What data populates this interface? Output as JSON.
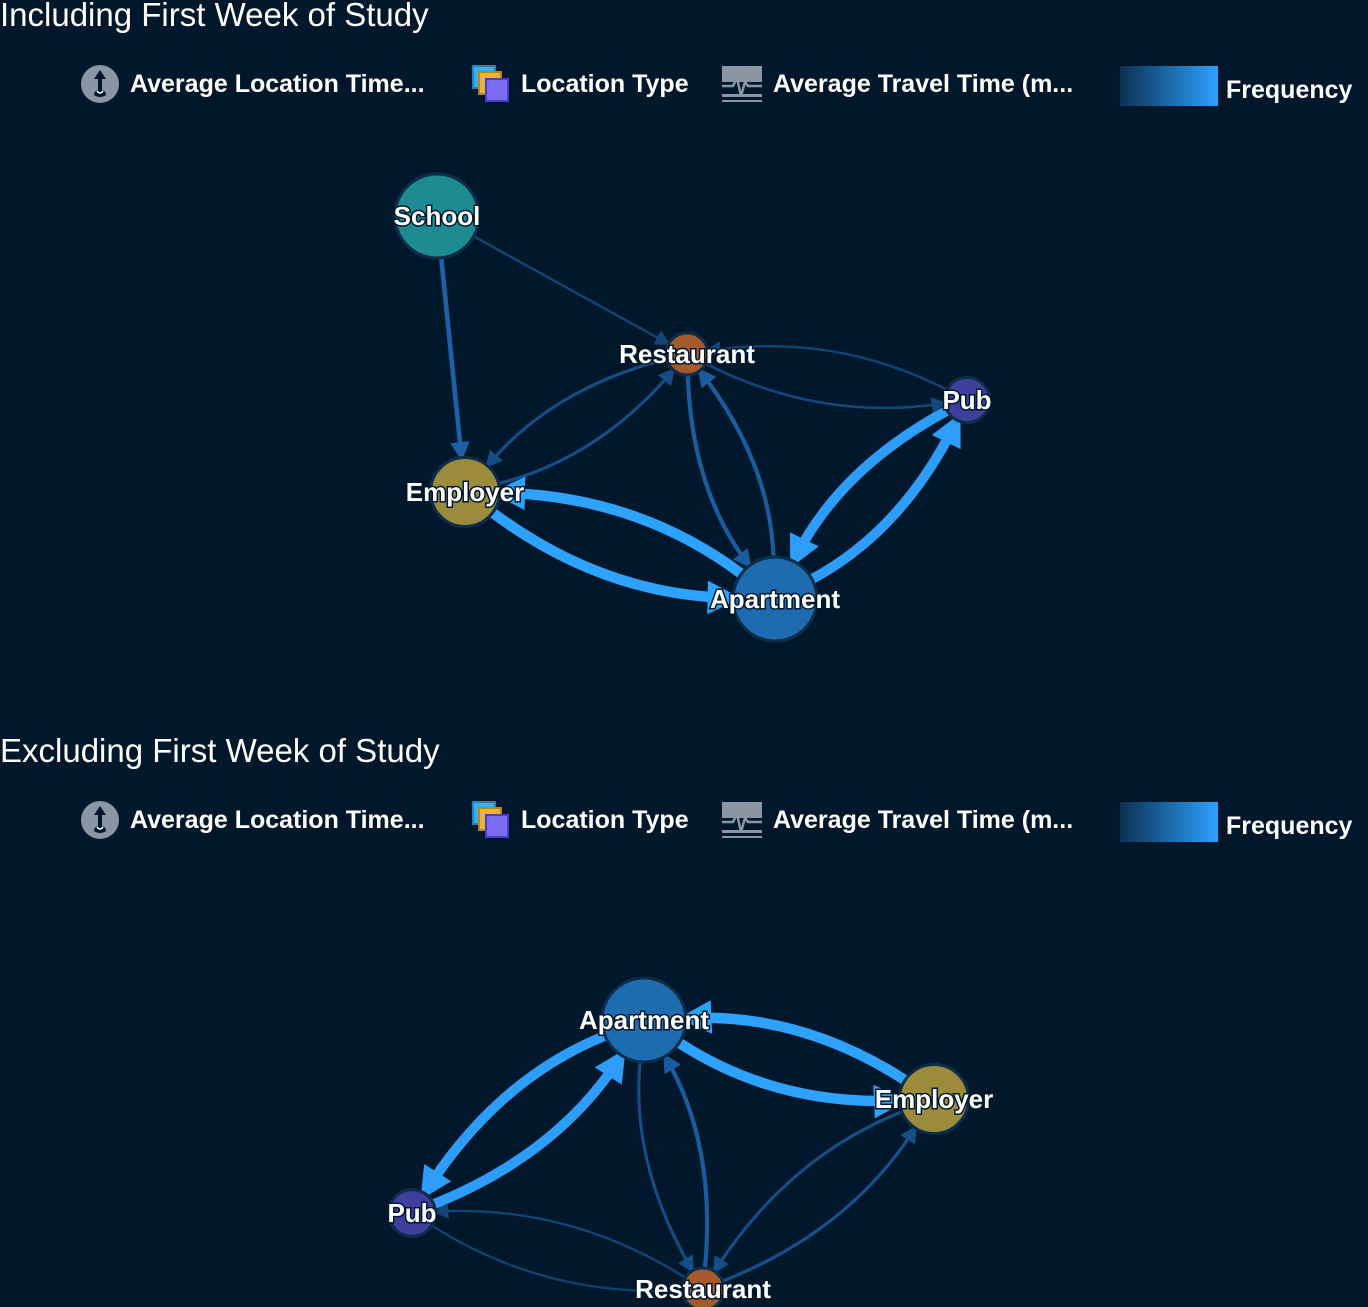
{
  "colors": {
    "background": "#01172b",
    "edge_low": "#0d3a63",
    "edge_mid": "#2272c3",
    "edge_high": "#2ea2ff",
    "school": "#1e8a92",
    "employer": "#9c8b3b",
    "apartment": "#1f6bb0",
    "restaurant": "#a55a2c",
    "pub": "#3f3f9e"
  },
  "legend": {
    "items": [
      {
        "icon": "location-time-icon",
        "label": "Average Location Time..."
      },
      {
        "icon": "location-type-icon",
        "label": "Location Type"
      },
      {
        "icon": "travel-time-icon",
        "label": "Average Travel Time (m..."
      },
      {
        "icon": "frequency-gradient",
        "label": "Frequency"
      }
    ]
  },
  "panels": [
    {
      "title": "Including First Week of Study",
      "nodes": [
        {
          "id": "school",
          "label": "School",
          "type": "school",
          "size": 1.0
        },
        {
          "id": "restaurant",
          "label": "Restaurant",
          "type": "restaurant",
          "size": 0.3
        },
        {
          "id": "pub",
          "label": "Pub",
          "type": "pub",
          "size": 0.35
        },
        {
          "id": "employer",
          "label": "Employer",
          "type": "employer",
          "size": 0.75
        },
        {
          "id": "apartment",
          "label": "Apartment",
          "type": "apartment",
          "size": 1.0
        }
      ],
      "edges": [
        {
          "from": "school",
          "to": "employer",
          "frequency": 0.35
        },
        {
          "from": "school",
          "to": "restaurant",
          "frequency": 0.1
        },
        {
          "from": "restaurant",
          "to": "pub",
          "frequency": 0.12
        },
        {
          "from": "pub",
          "to": "restaurant",
          "frequency": 0.1
        },
        {
          "from": "restaurant",
          "to": "employer",
          "frequency": 0.18
        },
        {
          "from": "employer",
          "to": "restaurant",
          "frequency": 0.18
        },
        {
          "from": "restaurant",
          "to": "apartment",
          "frequency": 0.3
        },
        {
          "from": "apartment",
          "to": "restaurant",
          "frequency": 0.3
        },
        {
          "from": "employer",
          "to": "apartment",
          "frequency": 1.0
        },
        {
          "from": "apartment",
          "to": "employer",
          "frequency": 1.0
        },
        {
          "from": "apartment",
          "to": "pub",
          "frequency": 0.95
        },
        {
          "from": "pub",
          "to": "apartment",
          "frequency": 0.95
        }
      ]
    },
    {
      "title": "Excluding First Week of Study",
      "nodes": [
        {
          "id": "apartment",
          "label": "Apartment",
          "type": "apartment",
          "size": 1.0
        },
        {
          "id": "employer",
          "label": "Employer",
          "type": "employer",
          "size": 0.75
        },
        {
          "id": "pub",
          "label": "Pub",
          "type": "pub",
          "size": 0.38
        },
        {
          "id": "restaurant",
          "label": "Restaurant",
          "type": "restaurant",
          "size": 0.3
        }
      ],
      "edges": [
        {
          "from": "apartment",
          "to": "employer",
          "frequency": 1.0
        },
        {
          "from": "employer",
          "to": "apartment",
          "frequency": 1.0
        },
        {
          "from": "apartment",
          "to": "pub",
          "frequency": 0.95
        },
        {
          "from": "pub",
          "to": "apartment",
          "frequency": 0.95
        },
        {
          "from": "apartment",
          "to": "restaurant",
          "frequency": 0.18
        },
        {
          "from": "restaurant",
          "to": "apartment",
          "frequency": 0.3
        },
        {
          "from": "restaurant",
          "to": "employer",
          "frequency": 0.2
        },
        {
          "from": "employer",
          "to": "restaurant",
          "frequency": 0.18
        },
        {
          "from": "restaurant",
          "to": "pub",
          "frequency": 0.1
        },
        {
          "from": "pub",
          "to": "restaurant",
          "frequency": 0.08
        }
      ]
    }
  ]
}
